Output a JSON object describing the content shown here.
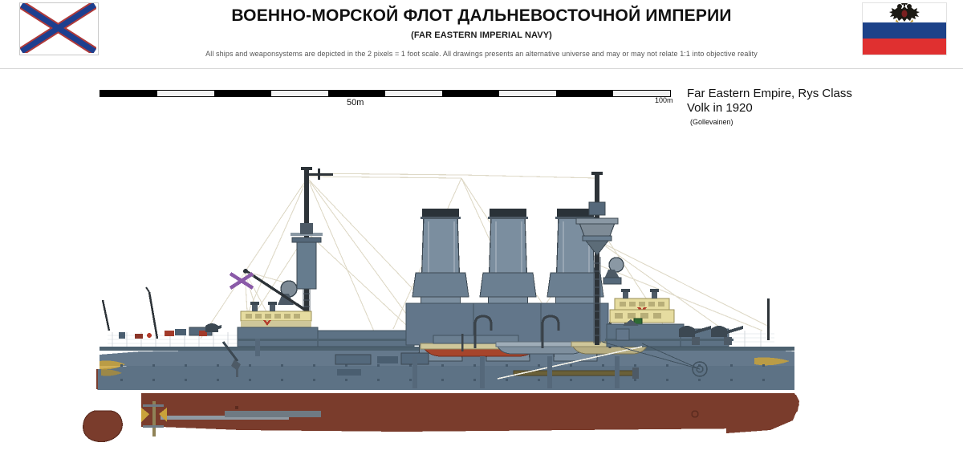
{
  "header": {
    "title": "ВОЕННО-МОРСКОЙ ФЛОТ ДАЛЬНЕВОСТОЧНОЙ ИМПЕРИИ",
    "subtitle": "(FAR EASTERN IMPERIAL NAVY)",
    "disclaimer": "All ships and weaponsystems are depicted in the 2 pixels = 1 foot scale. All drawings presents an alternative universe and may or may not relate 1:1 into objective reality",
    "left_flag_name": "naval-jack-st-andrews-cross",
    "right_flag_name": "imperial-tricolor-with-double-headed-eagle"
  },
  "scale": {
    "mid_label": "50m",
    "end_label": "100m",
    "segments": 10,
    "segment_pattern": [
      "dark",
      "light",
      "dark",
      "light",
      "dark",
      "light",
      "dark",
      "light",
      "dark",
      "light"
    ]
  },
  "caption": {
    "line1": "Far Eastern Empire, Rys Class",
    "line2": "Volk in 1920",
    "line3": "(Gollevainen)"
  },
  "drawing": {
    "subject": "armoured-cruiser-side-profile",
    "ship_name": "Volk",
    "ship_class": "Rys Class",
    "year": "1920",
    "funnel_count": 3,
    "mast_count": 2,
    "features": [
      "ram-bow",
      "bow-scrollwork",
      "forecastle-railing",
      "forward-mast-with-spotting-top",
      "signal-gaff-with-naval-jack",
      "forward-bridge-deckhouse",
      "three-funnels",
      "ships-boats-amidships",
      "boat-davits",
      "aft-mast-with-fighting-top",
      "aft-yellow-deckhouse",
      "casemate-guns",
      "stern-walk-railing",
      "rudder-and-propeller-shaft",
      "waterline-boot-topping"
    ]
  },
  "colors": {
    "hull_upper": "#5d7285",
    "hull_upper_light": "#6b8093",
    "hull_lower": "#7a3c2c",
    "waterline_stripe": "#ffffff",
    "deck_dark": "#4d616f",
    "funnel": "#7b8e9f",
    "funnel_cap": "#2a3238",
    "mast": "#2d3338",
    "deckhouse_yellow": "#e6dca0",
    "boat_red": "#a6452c",
    "boat_tan": "#cfc79a",
    "gold_trim": "#c9a23a",
    "rigging": "#ded9c6",
    "flag_blue": "#1d4289",
    "flag_red": "#e03030",
    "flag_white": "#ffffff",
    "text": "#111111",
    "text_muted": "#555555"
  }
}
